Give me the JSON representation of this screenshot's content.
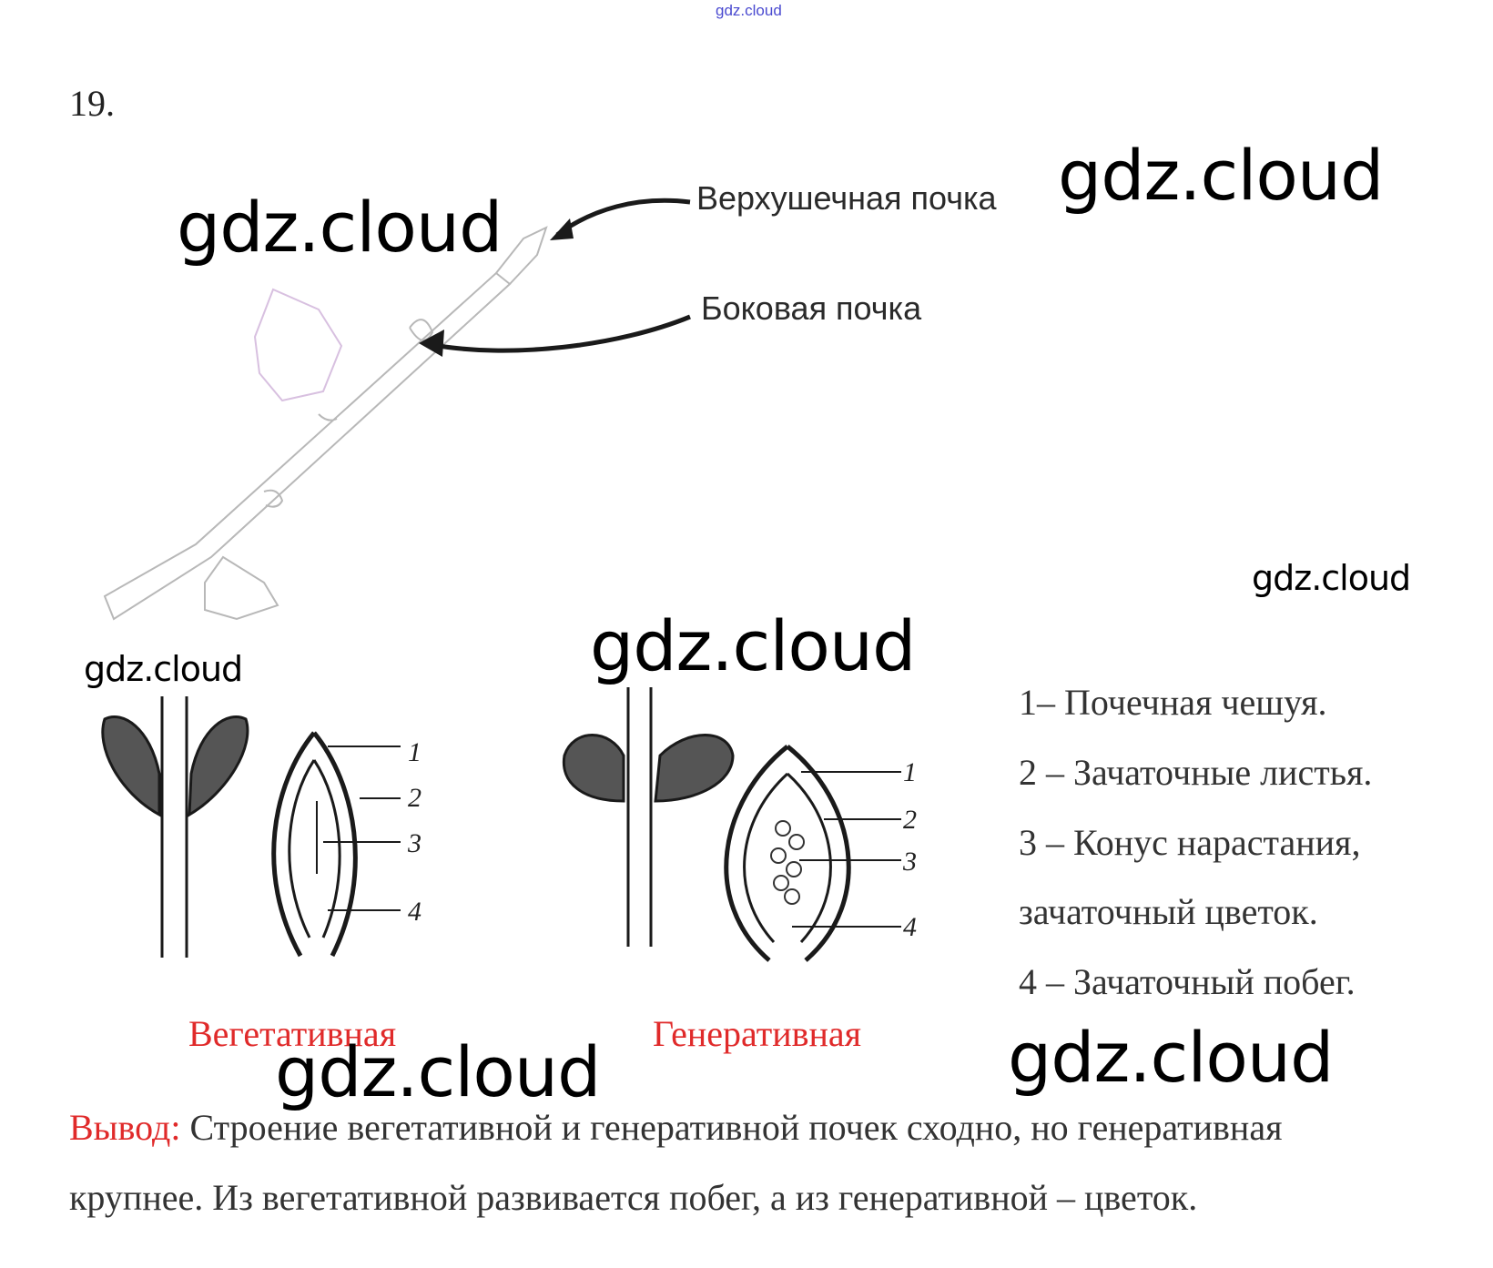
{
  "header_watermark": "gdz.cloud",
  "task_number": "19.",
  "watermarks": [
    "gdz.cloud",
    "gdz.cloud",
    "gdz.cloud",
    "gdz.cloud",
    "gdz.cloud",
    "gdz.cloud",
    "gdz.cloud"
  ],
  "branch_labels": {
    "apical_bud": "Верхушечная почка",
    "lateral_bud": "Боковая почка"
  },
  "figure_numbers": [
    "1",
    "2",
    "3",
    "4"
  ],
  "legend": [
    "1– Почечная чешуя.",
    "2 – Зачаточные листья.",
    "3 – Конус нарастания,",
    "зачаточный цветок.",
    "4 – Зачаточный побег."
  ],
  "captions": {
    "vegetative": "Вегетативная",
    "generative": "Генеративная"
  },
  "conclusion": {
    "label": "Вывод:",
    "line1": " Строение вегетативной и генеративной почек сходно, но генеративная",
    "line2": "крупнее. Из вегетативной развивается побег, а из генеративной – цветок."
  },
  "colors": {
    "accent_red": "#e02a2a",
    "watermark_blue": "#4a4ad0"
  }
}
